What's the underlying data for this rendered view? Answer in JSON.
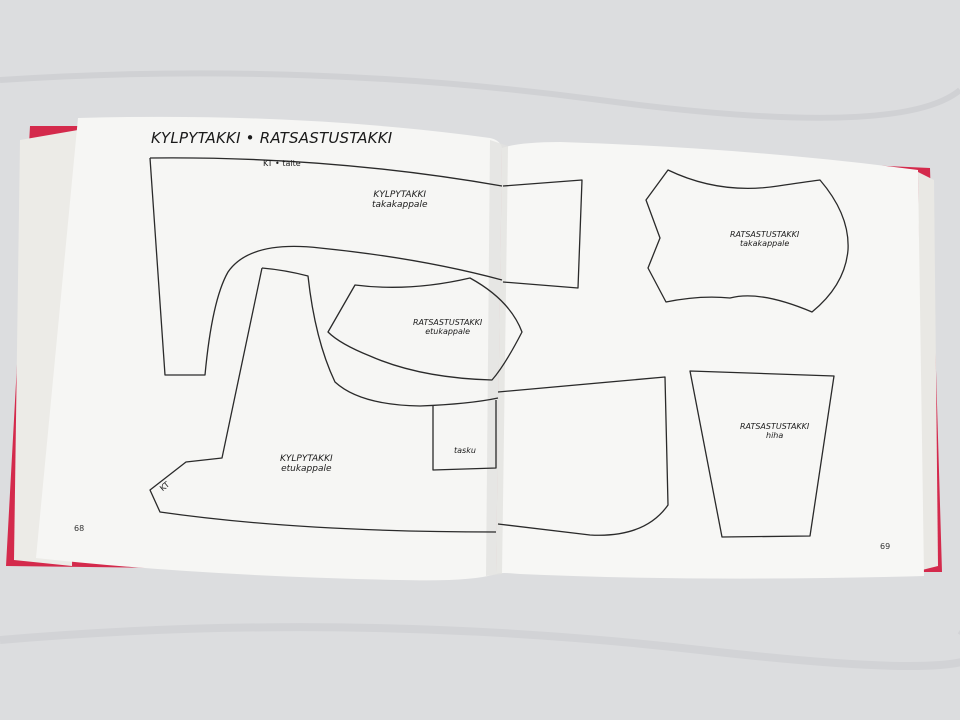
{
  "book_title": "KYLPYTAKKI • RATSASTUSTAKKI",
  "page_left": "68",
  "page_right": "69",
  "pieces": {
    "kylpytakki_back": {
      "name": "KYLPYTAKKI",
      "part": "takakappale",
      "fold_note": "KT • taite"
    },
    "ratsastustakki_front": {
      "name": "RATSASTUSTAKKI",
      "part": "etukappale"
    },
    "kylpytakki_front": {
      "name": "KYLPYTAKKI",
      "part": "etukappale",
      "corner_note": "KT"
    },
    "pocket": {
      "part": "tasku"
    },
    "ratsastustakki_back": {
      "name": "RATSASTUSTAKKI",
      "part": "takakappale"
    },
    "ratsastustakki_sleeve": {
      "name": "RATSASTUSTAKKI",
      "part": "hiha"
    }
  },
  "colors": {
    "cover": "#d42a4c",
    "paper": "#f5f5f3",
    "line": "#2a2a2a"
  }
}
